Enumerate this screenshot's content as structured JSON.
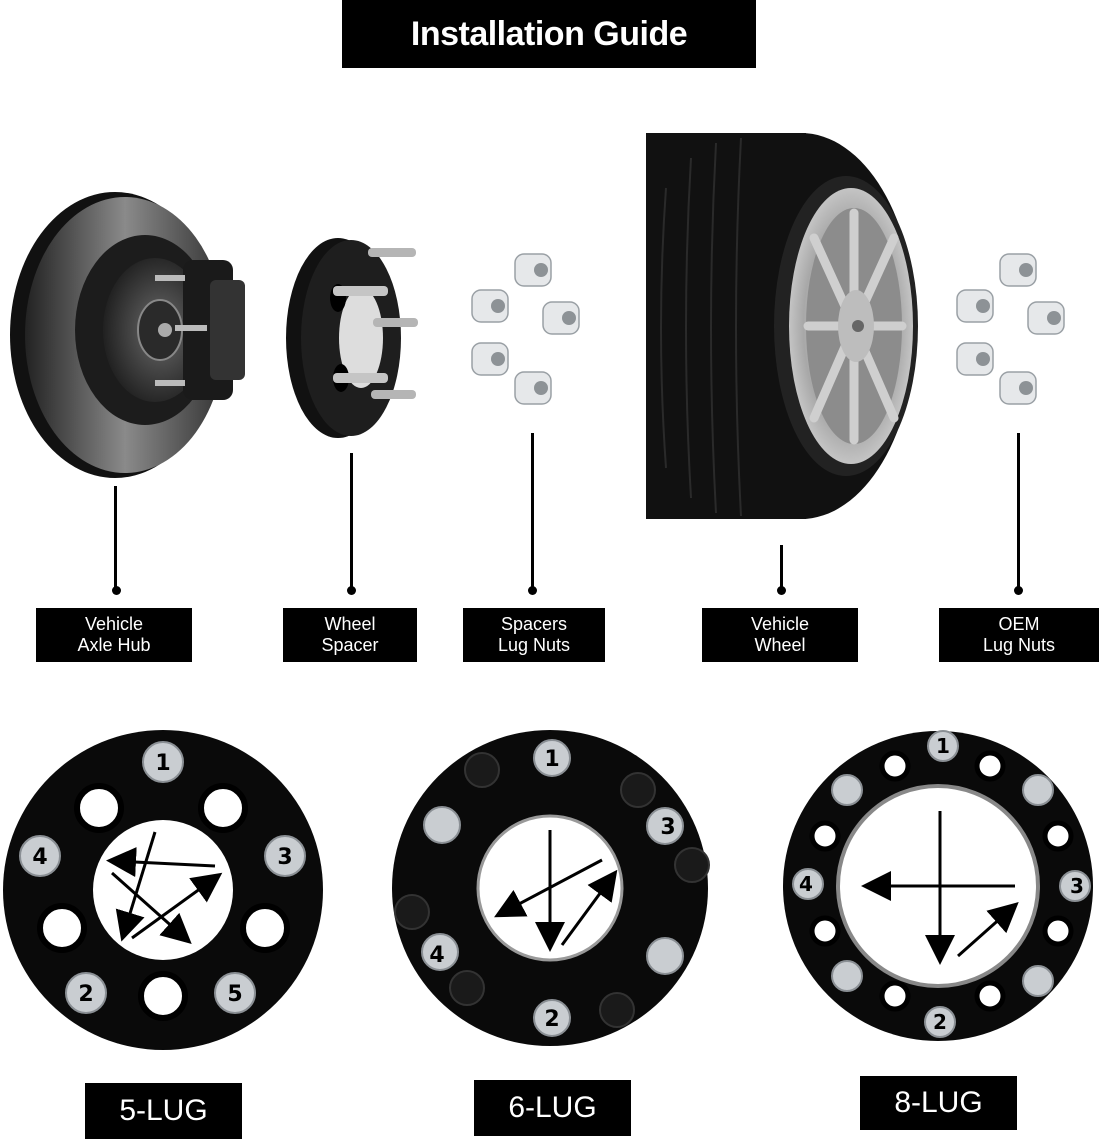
{
  "header": {
    "title": "Installation Guide"
  },
  "components": [
    {
      "id": "axle-hub",
      "label_line1": "Vehicle",
      "label_line2": "Axle Hub"
    },
    {
      "id": "wheel-spacer",
      "label_line1": "Wheel",
      "label_line2": "Spacer"
    },
    {
      "id": "spacer-lug-nuts",
      "label_line1": "Spacers",
      "label_line2": "Lug Nuts"
    },
    {
      "id": "vehicle-wheel",
      "label_line1": "Vehicle",
      "label_line2": "Wheel"
    },
    {
      "id": "oem-lug-nuts",
      "label_line1": "OEM",
      "label_line2": "Lug Nuts"
    }
  ],
  "patterns": [
    {
      "label": "5-LUG",
      "sequence": [
        "1",
        "2",
        "3",
        "4",
        "5"
      ]
    },
    {
      "label": "6-LUG",
      "sequence": [
        "1",
        "2",
        "3",
        "4"
      ]
    },
    {
      "label": "8-LUG",
      "sequence": [
        "1",
        "2",
        "3",
        "4"
      ]
    }
  ],
  "colors": {
    "box_bg": "#000000",
    "box_text": "#ffffff",
    "background": "#ffffff",
    "spacer_black": "#111111",
    "chrome": "#c8ccd0"
  }
}
